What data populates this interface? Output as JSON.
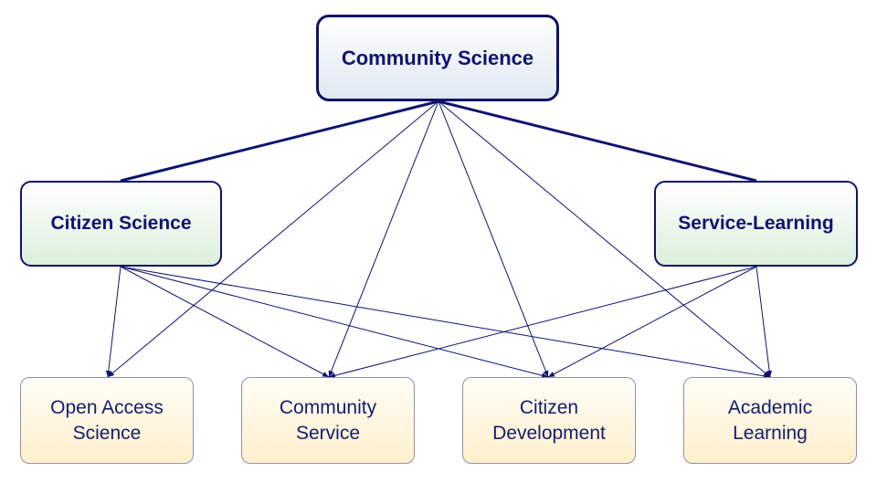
{
  "diagram": {
    "type": "hierarchy",
    "line_color": "#0d1470",
    "nodes": {
      "root": {
        "id": "community_science",
        "label": "Community Science"
      },
      "branches": [
        {
          "id": "citizen_science",
          "label": "Citizen Science"
        },
        {
          "id": "service_learning",
          "label": "Service-Learning"
        }
      ],
      "leaves": [
        {
          "id": "open_access_science",
          "label_lines": [
            "Open Access",
            "Science"
          ]
        },
        {
          "id": "community_service",
          "label_lines": [
            "Community",
            "Service"
          ]
        },
        {
          "id": "citizen_development",
          "label_lines": [
            "Citizen",
            "Development"
          ]
        },
        {
          "id": "academic_learning",
          "label_lines": [
            "Academic",
            "Learning"
          ]
        }
      ]
    },
    "edges": [
      {
        "from": "community_science",
        "to": "citizen_science",
        "style": "line"
      },
      {
        "from": "community_science",
        "to": "service_learning",
        "style": "line"
      },
      {
        "from": "community_science",
        "to": "open_access_science",
        "style": "arrow"
      },
      {
        "from": "community_science",
        "to": "community_service",
        "style": "arrow"
      },
      {
        "from": "community_science",
        "to": "citizen_development",
        "style": "arrow"
      },
      {
        "from": "community_science",
        "to": "academic_learning",
        "style": "arrow"
      },
      {
        "from": "citizen_science",
        "to": "open_access_science",
        "style": "arrow"
      },
      {
        "from": "citizen_science",
        "to": "community_service",
        "style": "arrow"
      },
      {
        "from": "citizen_science",
        "to": "citizen_development",
        "style": "arrow"
      },
      {
        "from": "citizen_science",
        "to": "academic_learning",
        "style": "arrow"
      },
      {
        "from": "service_learning",
        "to": "community_service",
        "style": "arrow"
      },
      {
        "from": "service_learning",
        "to": "citizen_development",
        "style": "arrow"
      },
      {
        "from": "service_learning",
        "to": "academic_learning",
        "style": "arrow"
      }
    ]
  }
}
